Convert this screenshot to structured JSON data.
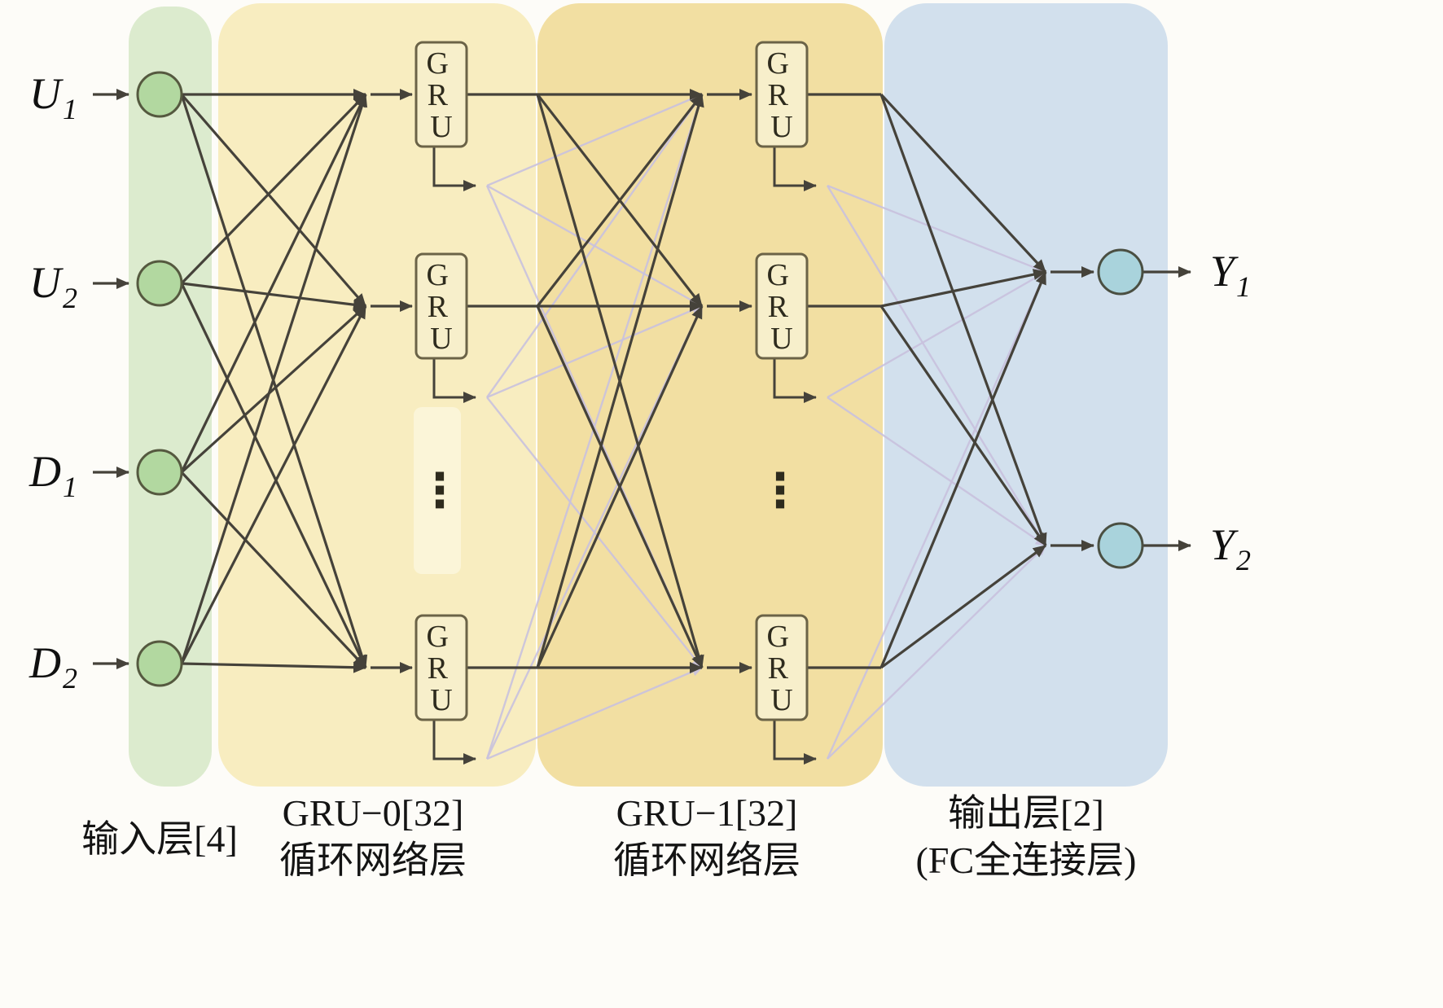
{
  "diagram": {
    "inputs": [
      {
        "name": "U",
        "sub": "1"
      },
      {
        "name": "U",
        "sub": "2"
      },
      {
        "name": "D",
        "sub": "1"
      },
      {
        "name": "D",
        "sub": "2"
      }
    ],
    "outputs": [
      {
        "name": "Y",
        "sub": "1"
      },
      {
        "name": "Y",
        "sub": "2"
      }
    ],
    "gru_box_letters": {
      "l0": "G",
      "l1": "R",
      "l2": "U"
    },
    "ellipsis": "⋮",
    "captions": {
      "input_layer": "输入层[4]",
      "gru0_title": "GRU−0[32]",
      "gru0_subtitle": "循环网络层",
      "gru1_title": "GRU−1[32]",
      "gru1_subtitle": "循环网络层",
      "output_title": "输出层[2]",
      "output_subtitle": "(FC全连接层)"
    },
    "colors": {
      "input_band": "#dcebce",
      "gru0_band": "#f8edc0",
      "gru0_strip": "#fbf5d8",
      "gru1_band": "#f2dfa2",
      "output_band": "#d2e0ed",
      "input_node": "#b2d8a0",
      "output_node": "#a9d3dc",
      "gru_box_fill": "#f7efcb",
      "line": "#45423a",
      "faint_line": "#c9c2de"
    }
  }
}
